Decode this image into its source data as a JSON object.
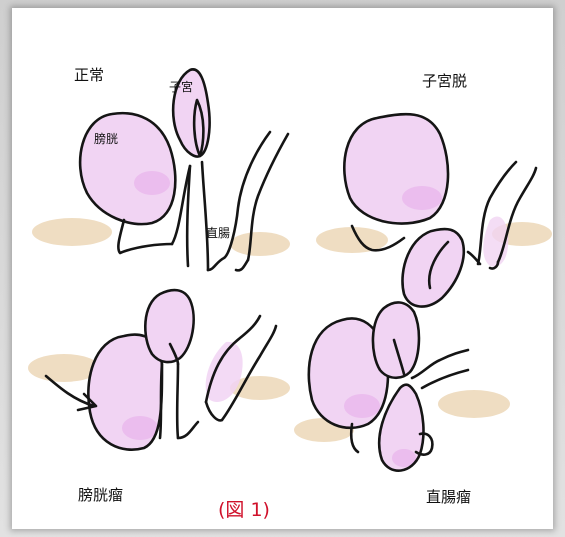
{
  "panels": {
    "normal": {
      "title": "正常",
      "label_uterus": "子宮",
      "label_bladder": "膀胱",
      "label_rectum": "直腸"
    },
    "uterine_prolapse": {
      "title": "子宮脱"
    },
    "cystocele": {
      "title": "膀胱瘤"
    },
    "rectocele": {
      "title": "直腸瘤"
    }
  },
  "caption": "(図 1)",
  "colors": {
    "organ": "#f1d4f3",
    "organ_shade": "#e6a9ea",
    "tissue": "#e9d2ad",
    "caption": "#d0112b"
  }
}
